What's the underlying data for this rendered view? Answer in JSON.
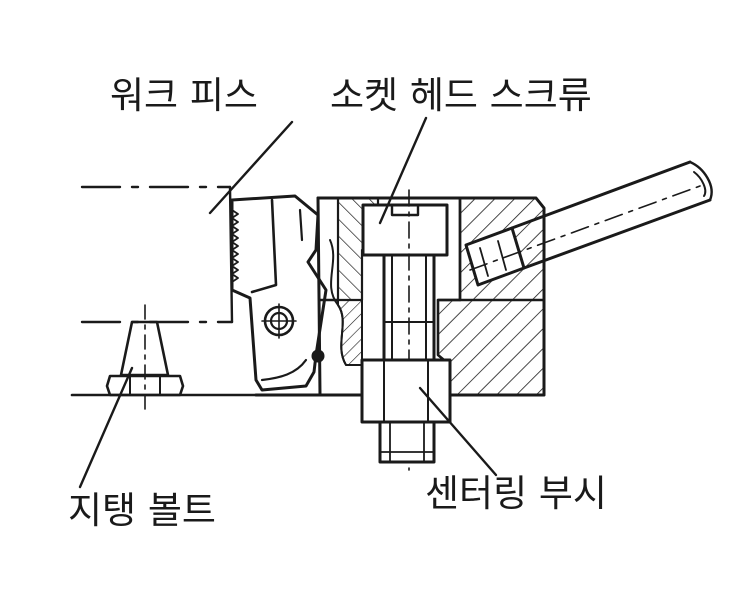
{
  "labels": {
    "workpiece": "워크 피스",
    "socket_head_screw": "소켓 헤드 스크류",
    "support_bolt": "지탱 볼트",
    "centering_bush": "센터링 부시"
  },
  "colors": {
    "line": "#1a1a1a",
    "background": "#ffffff"
  }
}
